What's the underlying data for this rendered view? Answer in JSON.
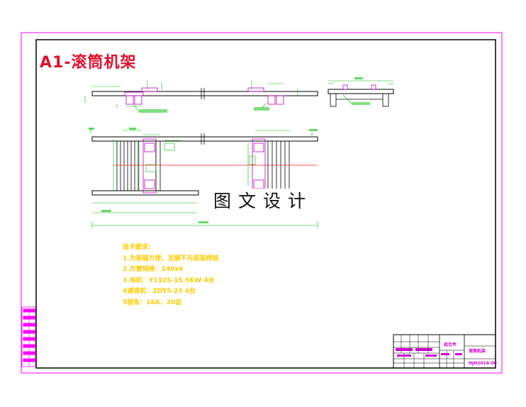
{
  "drawing": {
    "title": "A1-滚筒机架",
    "watermark": "图文设计",
    "colors": {
      "border": "#ff00ff",
      "frame": "#000000",
      "steel": "#000000",
      "dimension": "#00c000",
      "centerline": "#ff2020",
      "part": "#c000c0",
      "notes": "#ffcc00",
      "title": "#e0102e"
    }
  },
  "notes": {
    "heading": "技术要求:",
    "lines": [
      "1.为装箱方便，支腿不与底架焊接",
      "2.方管规格：140x6",
      "3.电机：Y132S-15.5KW 4台",
      "4减速机：ZDY5-23  4台",
      "5链条：16A，20齿"
    ]
  },
  "title_block": {
    "assembly_label": "组合件",
    "name": "滚筒机架",
    "drawing_no": "HJH2014-00"
  }
}
